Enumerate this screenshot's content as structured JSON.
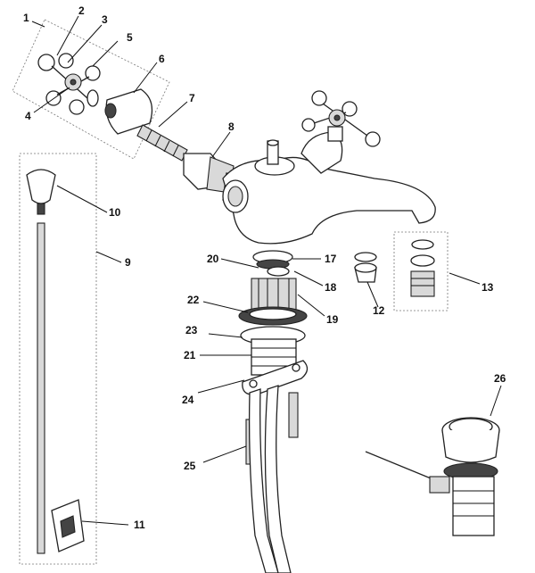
{
  "diagram": {
    "labels": [
      "1",
      "2",
      "3",
      "4",
      "5",
      "6",
      "7",
      "8",
      "9",
      "10",
      "11",
      "12",
      "13",
      "17",
      "18",
      "19",
      "20",
      "21",
      "22",
      "23",
      "24",
      "25",
      "26"
    ]
  }
}
